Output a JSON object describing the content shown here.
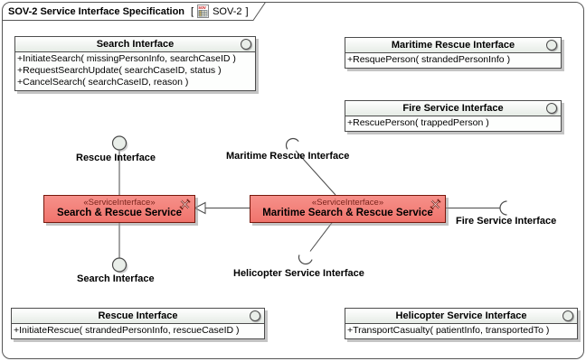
{
  "frame": {
    "title": "SOV-2 Service Interface Specification",
    "bracket_open": "[",
    "bracket_close": "]",
    "diagram_ref": "SOV-2",
    "icon_label": "sov"
  },
  "interfaces": {
    "search": {
      "title": "Search Interface",
      "operations": [
        "+InitiateSearch( missingPersonInfo, searchCaseID )",
        "+RequestSearchUpdate( searchCaseID, status )",
        "+CancelSearch( searchCaseID, reason )"
      ]
    },
    "maritime_rescue": {
      "title": "Maritime Rescue Interface",
      "operations": [
        "+ResquePerson( strandedPersonInfo )"
      ]
    },
    "fire_service": {
      "title": "Fire Service Interface",
      "operations": [
        "+RescuePerson( trappedPerson )"
      ]
    },
    "rescue": {
      "title": "Rescue Interface",
      "operations": [
        "+InitiateRescue( strandedPersonInfo, rescueCaseID )"
      ]
    },
    "helicopter_service": {
      "title": "Helicopter Service Interface",
      "operations": [
        "+TransportCasualty( patientInfo, transportedTo )"
      ]
    }
  },
  "services": {
    "stereotype": "«ServiceInterface»",
    "search_rescue": {
      "name": "Search & Rescue Service"
    },
    "maritime_search_rescue": {
      "name": "Maritime Search & Rescue Service"
    }
  },
  "ports": {
    "provided": {
      "rescue": {
        "label": "Rescue Interface"
      },
      "search": {
        "label": "Search Interface"
      }
    },
    "required": {
      "maritime_rescue": {
        "label": "Maritime Rescue Interface"
      },
      "fire_service": {
        "label": "Fire Service Interface"
      },
      "helicopter_service": {
        "label": "Helicopter Service Interface"
      }
    }
  },
  "colors": {
    "service_fill_top": "#F6908A",
    "service_fill_bottom": "#F0746C",
    "service_border": "#76170C",
    "stereotype_text": "#7B241C",
    "line": "#4A4A4A",
    "box_border": "#4C4C4C",
    "header_gradient_bottom": "#E6ECE6",
    "ball_fill": "#E9EEE9",
    "shadow": "#969696",
    "icon_red": "#CC1F1F"
  }
}
